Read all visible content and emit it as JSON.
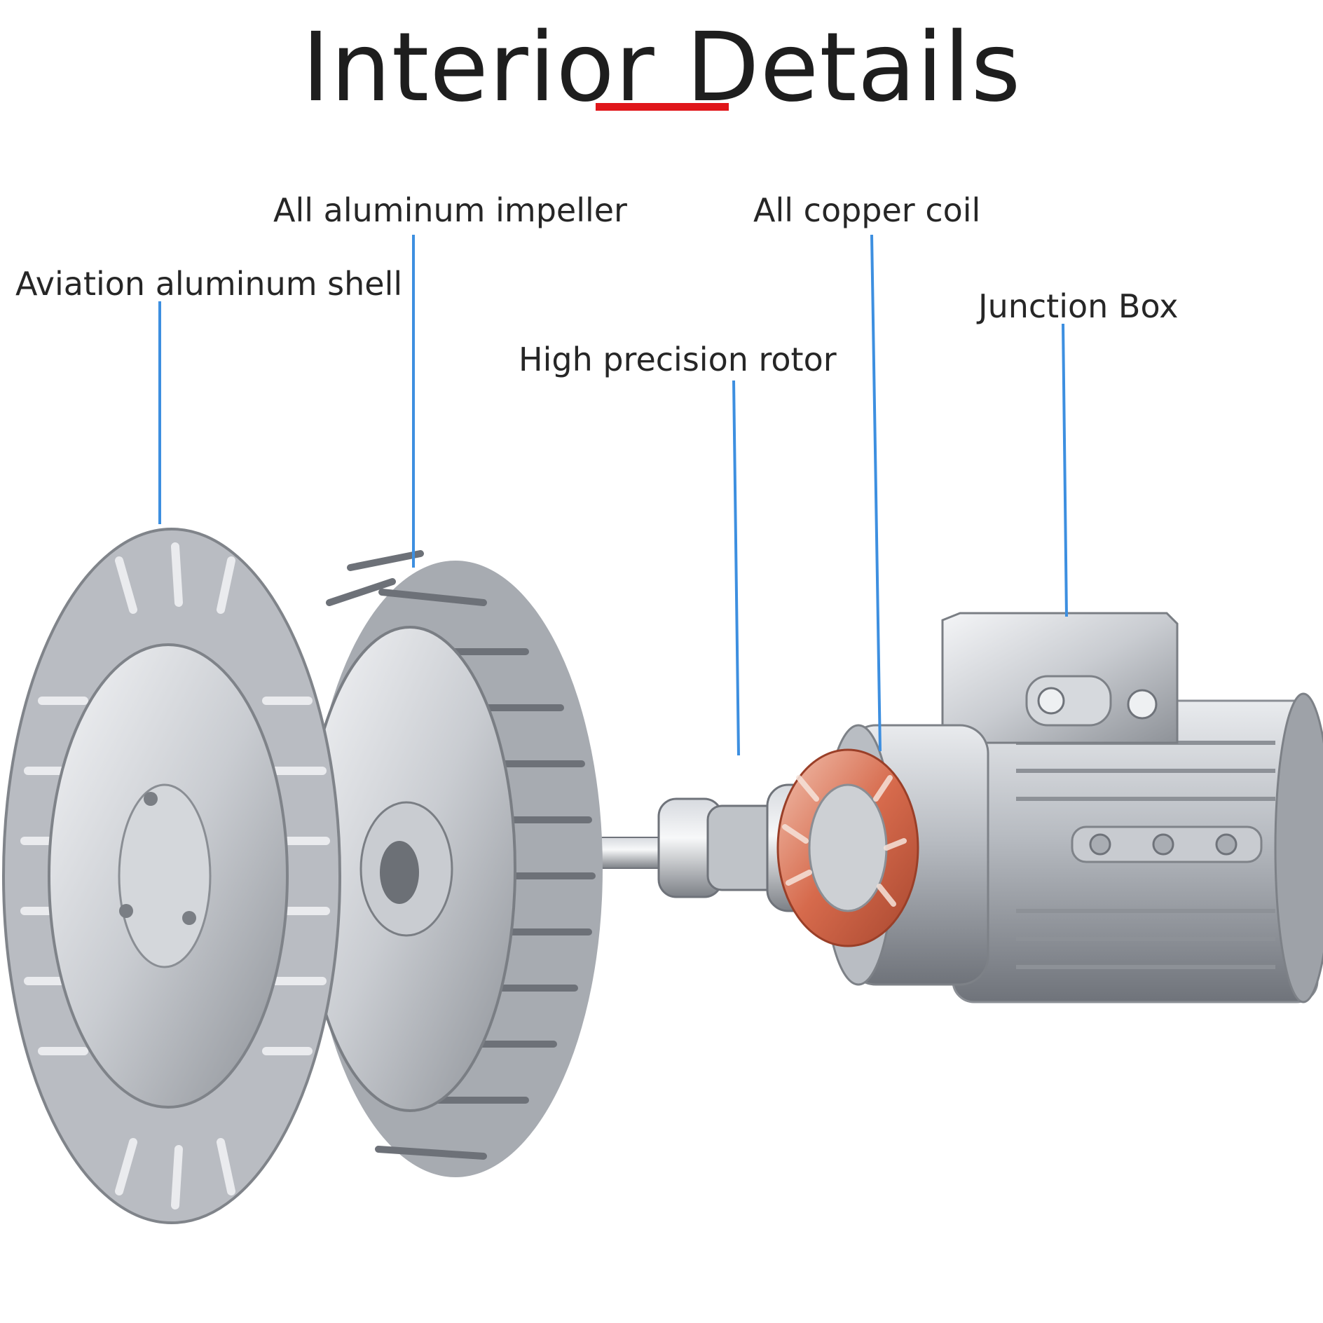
{
  "title": "Interior Details",
  "colors": {
    "underline": "#e0161a",
    "leader": "#3d8fe0",
    "text": "#262626"
  },
  "labels": {
    "shell": "Aviation aluminum shell",
    "impeller": "All aluminum impeller",
    "rotor": "High precision rotor",
    "coil": "All copper coil",
    "junction": "Junction Box"
  }
}
